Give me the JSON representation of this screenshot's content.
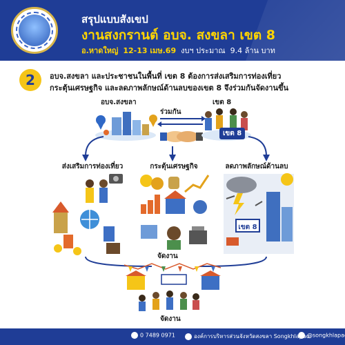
{
  "header": {
    "title": "สรุปแบบสังเขป",
    "subtitle": "งานสงกรานต์ อบจ. สงขลา เขต 8",
    "location": "อ.หาดใหญ่",
    "dates": "12-13 เมษ.69",
    "budget_label": "งบฯ ประมาณ",
    "budget_value": "9.4 ล้าน บาท"
  },
  "section": {
    "number": "2",
    "line1": "อบจ.สงขลา และประชาชนในพื้นที่ เขต 8 ต้องการส่งเสริมการท่องเที่ยว",
    "line2": "กระตุ้นเศรษฐกิจ  และลดภาพลักษณ์ด้านลบของเขต 8 จึงร่วมกันจัดงานขึ้น"
  },
  "diagram": {
    "left_org": "อบจ.สงขลา",
    "join": "ร่วมกัน",
    "right_org": "เขต 8",
    "badge": "เขต 8",
    "tourism": "ส่งเสริมการท่องเที่ยว",
    "economy": "กระตุ้นเศรษฐกิจ",
    "image": "ลดภาพลักษณ์ด้านลบ",
    "event_top": "จัดงาน",
    "event_bottom": "จัดงาน"
  },
  "footer": {
    "phone": "0 7489 0971",
    "org": "องค์การบริหารส่วนจังหวัดสงขลา Songkhlapao",
    "handle": "@songkhlapao"
  },
  "colors": {
    "header_bg": "#1f3d96",
    "accent_yellow": "#ffd400"
  }
}
